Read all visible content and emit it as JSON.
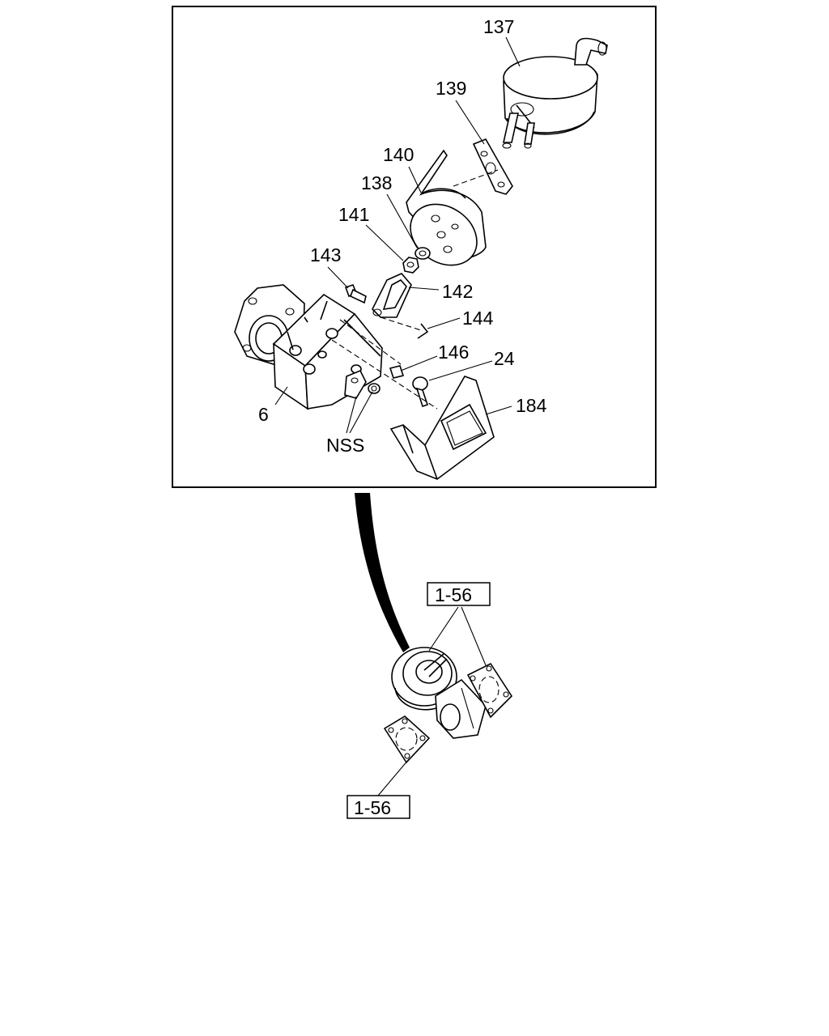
{
  "callouts": {
    "c137": "137",
    "c139": "139",
    "c140": "140",
    "c138": "138",
    "c141": "141",
    "c143": "143",
    "c142": "142",
    "c144": "144",
    "c146": "146",
    "c24": "24",
    "c6": "6",
    "c184": "184",
    "nss": "NSS"
  },
  "references": {
    "ref_top": "1-56",
    "ref_bottom": "1-56"
  }
}
